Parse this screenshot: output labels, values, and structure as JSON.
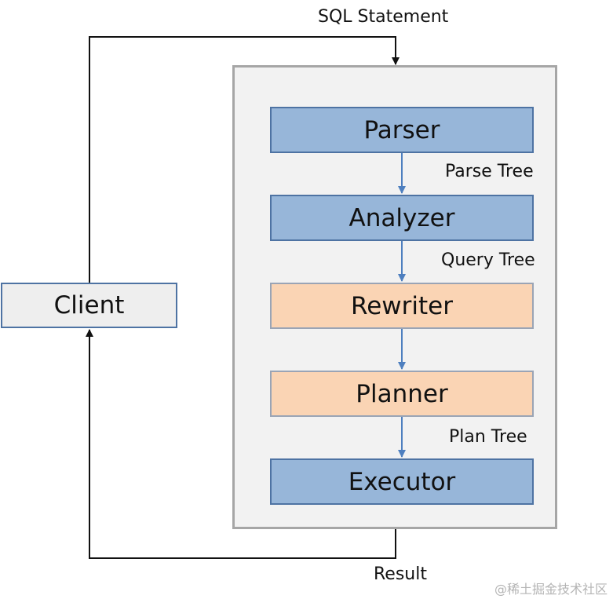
{
  "diagram": {
    "client_label": "Client",
    "stages": [
      {
        "label": "Parser",
        "style": "blue"
      },
      {
        "label": "Analyzer",
        "style": "blue"
      },
      {
        "label": "Rewriter",
        "style": "orange"
      },
      {
        "label": "Planner",
        "style": "orange"
      },
      {
        "label": "Executor",
        "style": "blue"
      }
    ],
    "edge_labels": {
      "sql_statement": "SQL Statement",
      "parse_tree": "Parse Tree",
      "query_tree": "Query Tree",
      "plan_tree": "Plan Tree",
      "result": "Result"
    },
    "colors": {
      "blue_fill": "#97b6d9",
      "blue_border": "#4e73a3",
      "orange_fill": "#fad4b4",
      "engine_fill": "#f2f2f2",
      "engine_border": "#a6a6a6",
      "arrow_blue": "#4e7fbf"
    }
  },
  "watermark": "@稀土掘金技术社区"
}
